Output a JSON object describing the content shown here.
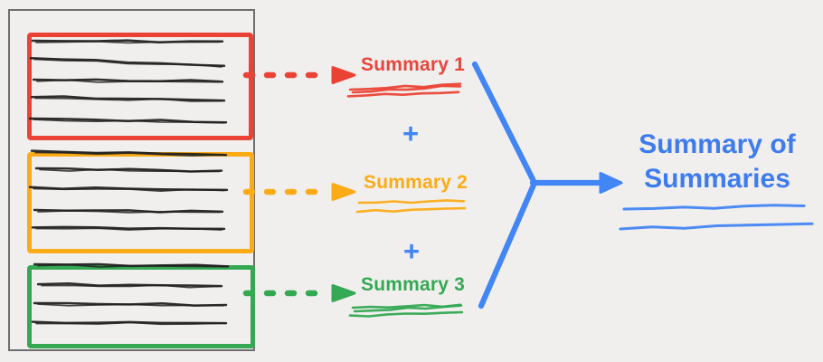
{
  "diagram": {
    "type": "map-reduce-summarization",
    "background_color": "#f0efed"
  },
  "colors": {
    "red": "#ea4335",
    "orange": "#fbab18",
    "green": "#34a853",
    "blue": "#4285f4",
    "result_text_blue": "#3e7cee",
    "panel_border_gray": "#6e6e6e",
    "ink": "#222222"
  },
  "document": {
    "sections": [
      {
        "name": "section-1",
        "border_color": "#ea4335",
        "text_line_count": 5
      },
      {
        "name": "section-2",
        "border_color": "#fbab18",
        "text_line_count": 5
      },
      {
        "name": "section-3",
        "border_color": "#34a853",
        "text_line_count": 4
      }
    ]
  },
  "summaries": [
    {
      "label": "Summary 1",
      "color": "#e8453c"
    },
    {
      "label": "Summary 2",
      "color": "#fbab18"
    },
    {
      "label": "Summary 3",
      "color": "#34a853"
    }
  ],
  "plus_signs": [
    "+",
    "+"
  ],
  "result": {
    "label": "Summary of Summaries",
    "color": "#3e7cee"
  }
}
